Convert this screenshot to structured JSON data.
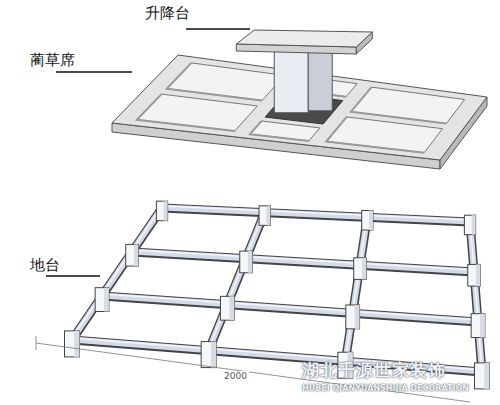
{
  "diagram": {
    "labels": [
      "升降台",
      "蔺草席",
      "地台",
      "2000",
      "湖北千源世家装饰",
      "HUBEI QIANYUANSHIJIA DECORATION"
    ]
  }
}
